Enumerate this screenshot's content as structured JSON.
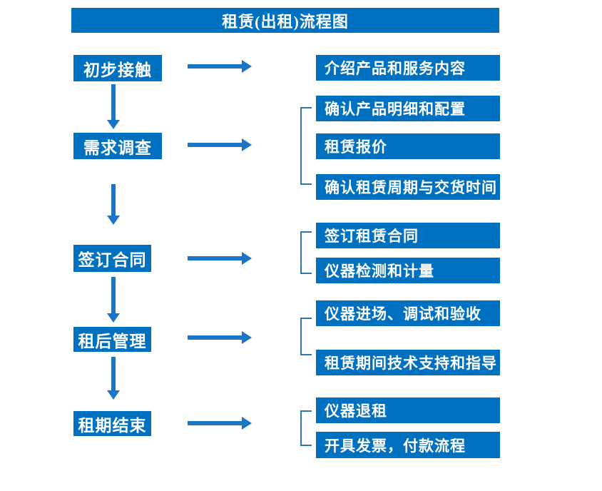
{
  "title": "租赁(出租)流程图",
  "colors": {
    "box_blue": "#0070C0",
    "arrow_blue": "#1B75C6",
    "bracket_blue": "#2E75B6",
    "text_white": "#FFFFFF"
  },
  "flow": [
    {
      "step": "初步接触",
      "details": [
        "介绍产品和服务内容"
      ]
    },
    {
      "step": "需求调查",
      "details": [
        "确认产品明细和配置",
        "租赁报价",
        "确认租赁周期与交货时间"
      ]
    },
    {
      "step": "签订合同",
      "details": [
        "签订租赁合同",
        "仪器检测和计量"
      ]
    },
    {
      "step": "租后管理",
      "details": [
        "仪器进场、调试和验收",
        "租赁期间技术支持和指导"
      ]
    },
    {
      "step": "租期结束",
      "details": [
        "仪器退租",
        "开具发票，付款流程"
      ]
    }
  ]
}
